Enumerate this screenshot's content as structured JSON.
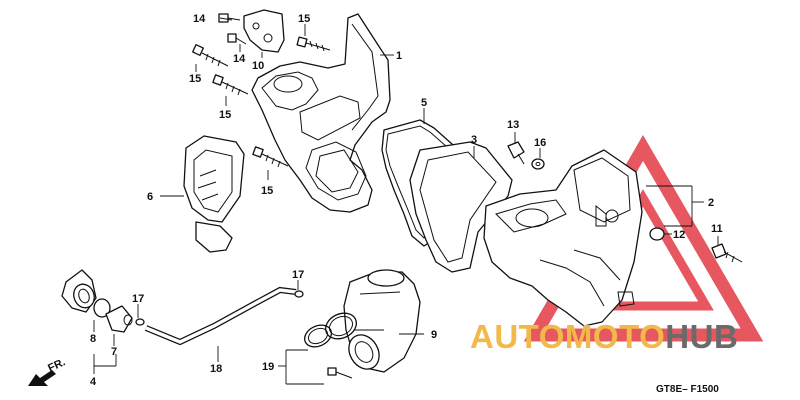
{
  "part_labels": {
    "p1": "1",
    "p2": "2",
    "p3": "3",
    "p4": "4",
    "p5": "5",
    "p6": "6",
    "p7": "7",
    "p8": "8",
    "p9": "9",
    "p10": "10",
    "p11": "11",
    "p12": "12",
    "p13": "13",
    "p14a": "14",
    "p14b": "14",
    "p15a": "15",
    "p15b": "15",
    "p15c": "15",
    "p15d": "15",
    "p16": "16",
    "p17a": "17",
    "p17b": "17",
    "p18": "18",
    "p19": "19"
  },
  "direction_marker": "FR.",
  "diagram_code": "GT8E– F1500",
  "watermark": {
    "part1": "AUTO",
    "part2": "MOTO",
    "part3": "HUB"
  },
  "colors": {
    "watermark_orange": "#f2b94a",
    "watermark_red": "#e0202a",
    "watermark_gray": "#6a6a6a",
    "line": "#111111"
  }
}
